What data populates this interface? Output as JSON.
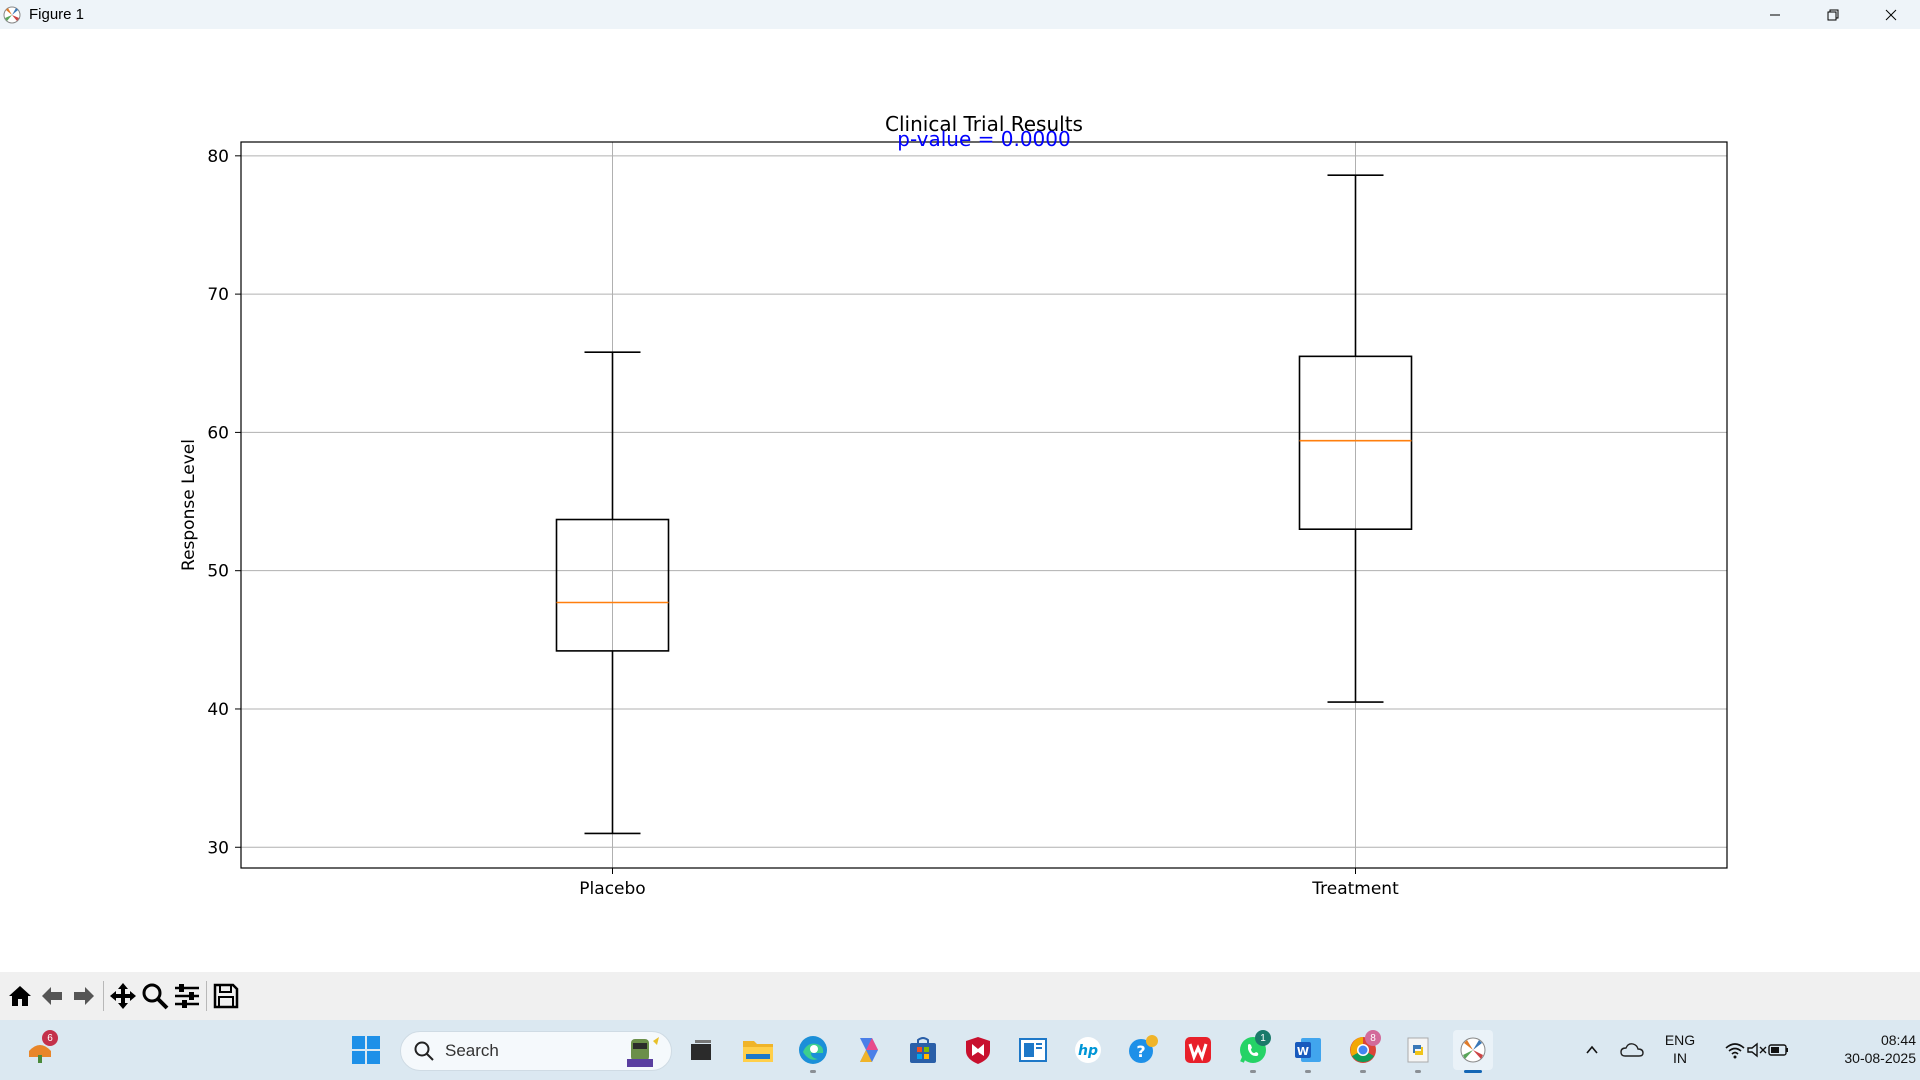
{
  "window": {
    "title": "Figure 1"
  },
  "chart_data": {
    "type": "box",
    "title": "Clinical Trial Results",
    "annotation": "p-value = 0.0000",
    "annotation_color": "#0000ff",
    "xlabel": "",
    "ylabel": "Response Level",
    "ylim": [
      28.5,
      81
    ],
    "yticks": [
      30,
      40,
      50,
      60,
      70,
      80
    ],
    "grid": true,
    "categories": [
      "Placebo",
      "Treatment"
    ],
    "boxes": [
      {
        "label": "Placebo",
        "whisker_low": 31.0,
        "q1": 44.2,
        "median": 47.7,
        "q3": 53.7,
        "whisker_high": 65.8
      },
      {
        "label": "Treatment",
        "whisker_low": 40.5,
        "q1": 53.0,
        "median": 59.4,
        "q3": 65.5,
        "whisker_high": 78.6
      }
    ],
    "box_color": "#000000",
    "median_color": "#ff7f0e"
  },
  "toolbar": {
    "buttons": [
      "home-icon",
      "back-icon",
      "forward-icon",
      "pan-icon",
      "zoom-icon",
      "configure-subplots-icon",
      "save-icon"
    ]
  },
  "taskbar": {
    "search_label": "Search",
    "widgets_badge": "6",
    "whatsapp_badge": "1",
    "chrome_badge": "8",
    "lang_line1": "ENG",
    "lang_line2": "IN",
    "time": "08:44",
    "date": "30-08-2025"
  }
}
